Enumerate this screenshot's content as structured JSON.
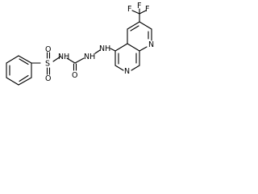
{
  "molecule": {
    "atoms": {
      "s": "S",
      "o_top": "O",
      "o_bottom": "O",
      "nh_sulfonamide": "NH",
      "carbonyl_o": "O",
      "nh_hydrazine_lower": "NH",
      "nh_hydrazine_upper": "NH",
      "n_ring_pyridine": "N",
      "n_ring_bottom": "N",
      "f_top": "F",
      "f_right": "F",
      "f_left": "F"
    }
  }
}
